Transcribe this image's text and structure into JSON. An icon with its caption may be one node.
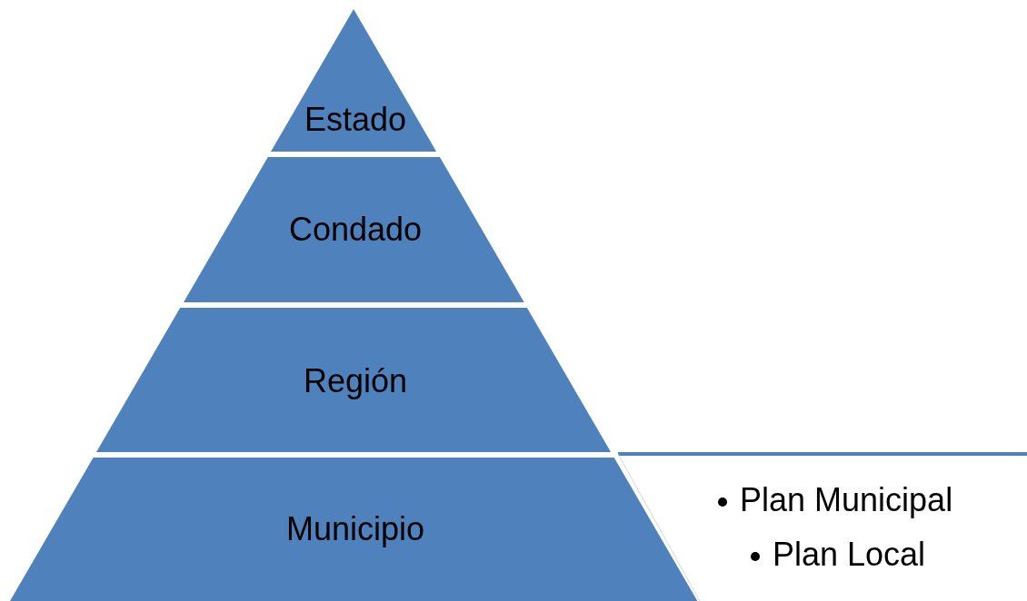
{
  "diagram": {
    "nodes": [
      {
        "text": [
          "Estado"
        ]
      },
      {
        "text": [
          "Condado"
        ]
      },
      {
        "text": [
          "Región"
        ]
      },
      {
        "text": [
          "Municipio"
        ]
      },
      {
        "text": [
          "Plan Municipal",
          "Plan Local"
        ]
      }
    ]
  }
}
